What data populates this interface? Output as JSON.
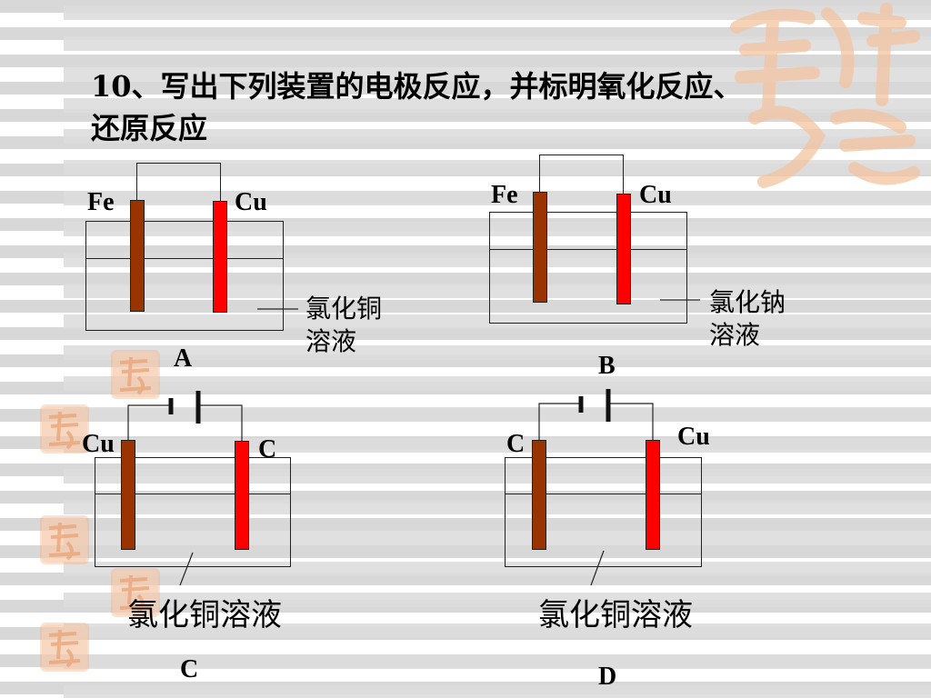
{
  "question": {
    "line1": "10、写出下列装置的电极反应，并标明氧化反应、",
    "line2": "还原反应"
  },
  "diagrams": {
    "A": {
      "letter": "A",
      "left_electrode": "Fe",
      "right_electrode": "Cu",
      "solution_line1": "氯化铜",
      "solution_line2": "溶液"
    },
    "B": {
      "letter": "B",
      "left_electrode": "Fe",
      "right_electrode": "Cu",
      "solution_line1": "氯化钠",
      "solution_line2": "溶液"
    },
    "C": {
      "letter": "C",
      "left_electrode": "Cu",
      "right_electrode": "C",
      "solution": "氯化铜溶液"
    },
    "D": {
      "letter": "D",
      "left_electrode": "C",
      "right_electrode": "Cu",
      "solution": "氯化铜溶液"
    }
  },
  "colors": {
    "brown_electrode": "#993300",
    "red_electrode": "#ff0000",
    "seal": "#f0aa78"
  }
}
